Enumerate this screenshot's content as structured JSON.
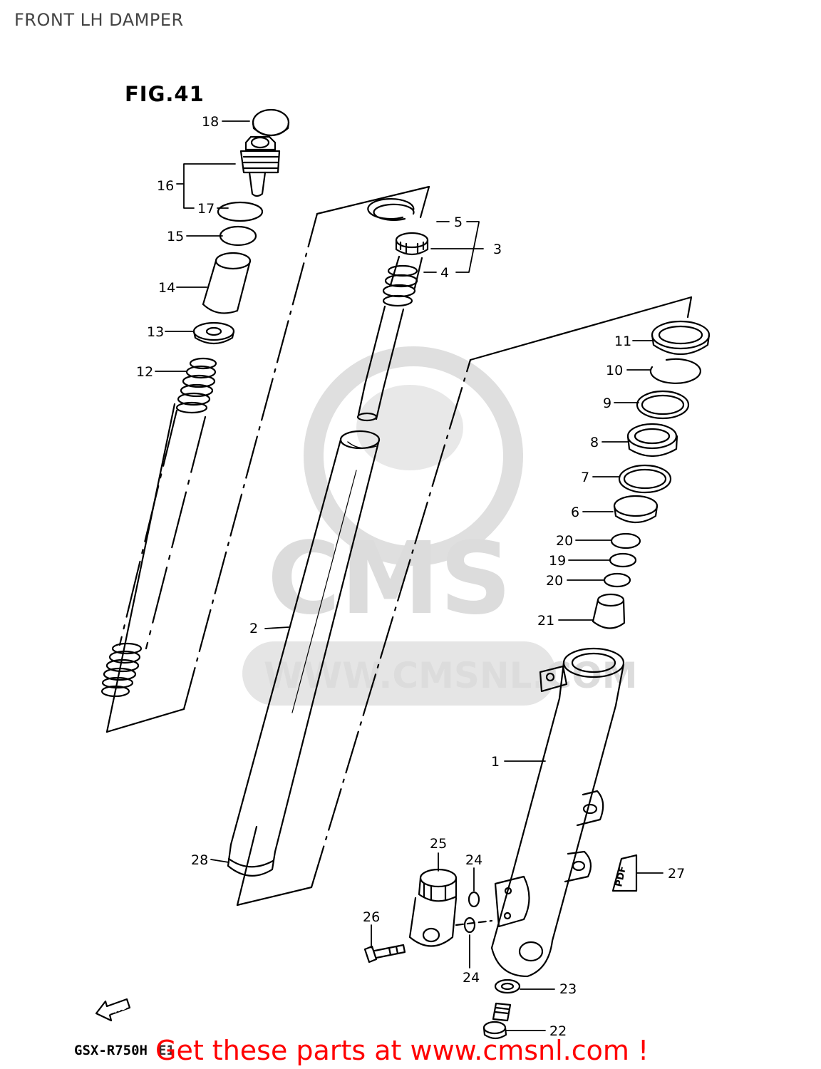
{
  "page": {
    "title": "FRONT LH DAMPER"
  },
  "figure": {
    "label": "FIG.41"
  },
  "watermark": {
    "brand": "CMS",
    "url": "WWW.CMSNL.COM"
  },
  "footer": {
    "model": "GSX-R750H",
    "model_suffix": "E1",
    "promo": "Get these parts at www.cmsnl.com !",
    "fwd_label": "FWD"
  },
  "part_tag": "PDF",
  "callouts": {
    "c1": "1",
    "c2": "2",
    "c3": "3",
    "c4": "4",
    "c5": "5",
    "c6": "6",
    "c7": "7",
    "c8": "8",
    "c9": "9",
    "c10": "10",
    "c11": "11",
    "c12": "12",
    "c13": "13",
    "c14": "14",
    "c15": "15",
    "c16": "16",
    "c17": "17",
    "c18": "18",
    "c19": "19",
    "c20a": "20",
    "c20b": "20",
    "c21": "21",
    "c22": "22",
    "c23": "23",
    "c24a": "24",
    "c24b": "24",
    "c25": "25",
    "c26": "26",
    "c27": "27",
    "c28": "28"
  },
  "colors": {
    "promo": "#ff0000",
    "watermark": "#d9d9d9",
    "line": "#000000"
  }
}
